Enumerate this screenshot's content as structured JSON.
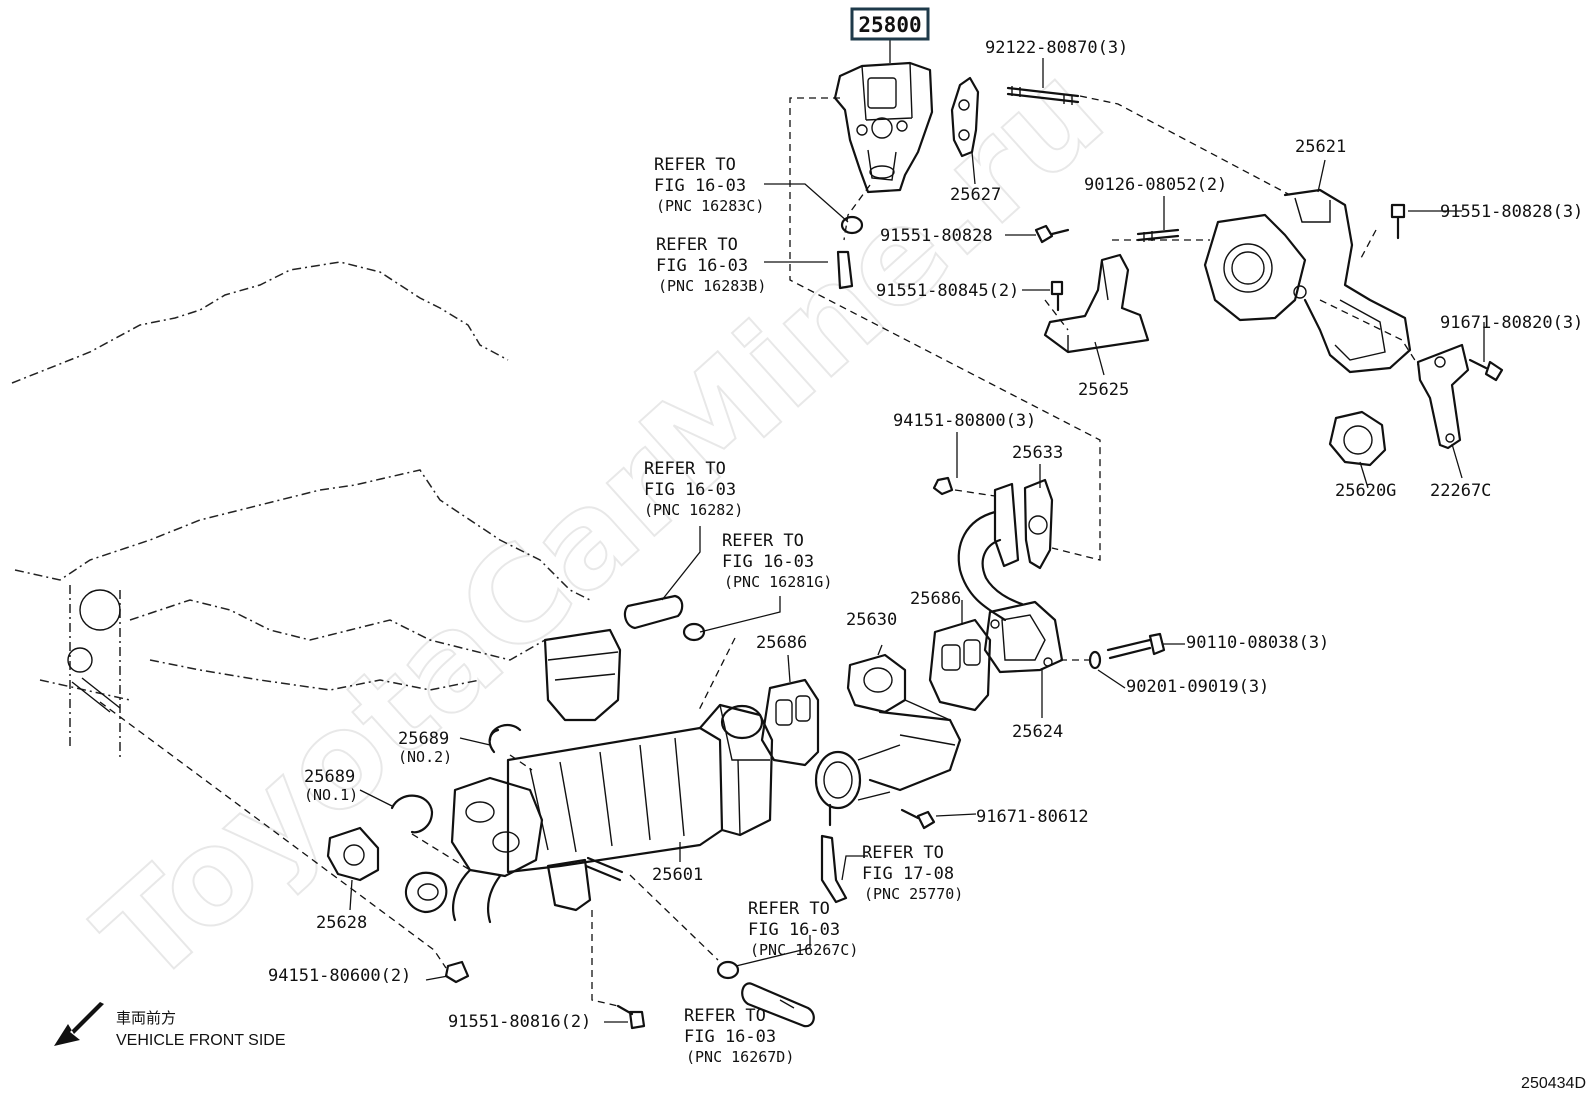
{
  "watermark": "ToyotaCarMine.ru",
  "diagram_id": "250434D",
  "direction": {
    "jp": "車両前方",
    "en": "VEHICLE FRONT SIDE"
  },
  "main_part": "25800",
  "parts": {
    "p92122": "92122-80870(3)",
    "p25627": "25627",
    "p25621": "25621",
    "p90126": "90126-08052(2)",
    "p91551_80828_3": "91551-80828(3)",
    "p91551_80828": "91551-80828",
    "p91551_80845": "91551-80845(2)",
    "p91671_80820": "91671-80820(3)",
    "p25625": "25625",
    "p25620G": "25620G",
    "p22267C": "22267C",
    "p94151_80800": "94151-80800(3)",
    "p25633": "25633",
    "p25686a": "25686",
    "p25686b": "25686",
    "p25630": "25630",
    "p90110": "90110-08038(3)",
    "p90201": "90201-09019(3)",
    "p25624": "25624",
    "p25689_2": "25689",
    "p25689_2_sub": "(NO.2)",
    "p25689_1": "25689",
    "p25689_1_sub": "(NO.1)",
    "p25601": "25601",
    "p91671_80612": "91671-80612",
    "p25628": "25628",
    "p94151_80600": "94151-80600(2)",
    "p91551_80816": "91551-80816(2)"
  },
  "refs": {
    "r1": {
      "a": "REFER TO",
      "b": "FIG 16-03",
      "c": "(PNC 16283C)"
    },
    "r2": {
      "a": "REFER TO",
      "b": "FIG 16-03",
      "c": "(PNC 16283B)"
    },
    "r3": {
      "a": "REFER TO",
      "b": "FIG 16-03",
      "c": "(PNC 16282)"
    },
    "r4": {
      "a": "REFER TO",
      "b": "FIG 16-03",
      "c": "(PNC 16281G)"
    },
    "r5": {
      "a": "REFER TO",
      "b": "FIG 17-08",
      "c": "(PNC 25770)"
    },
    "r6": {
      "a": "REFER TO",
      "b": "FIG 16-03",
      "c": "(PNC 16267C)"
    },
    "r7": {
      "a": "REFER TO",
      "b": "FIG 16-03",
      "c": "(PNC 16267D)"
    }
  }
}
